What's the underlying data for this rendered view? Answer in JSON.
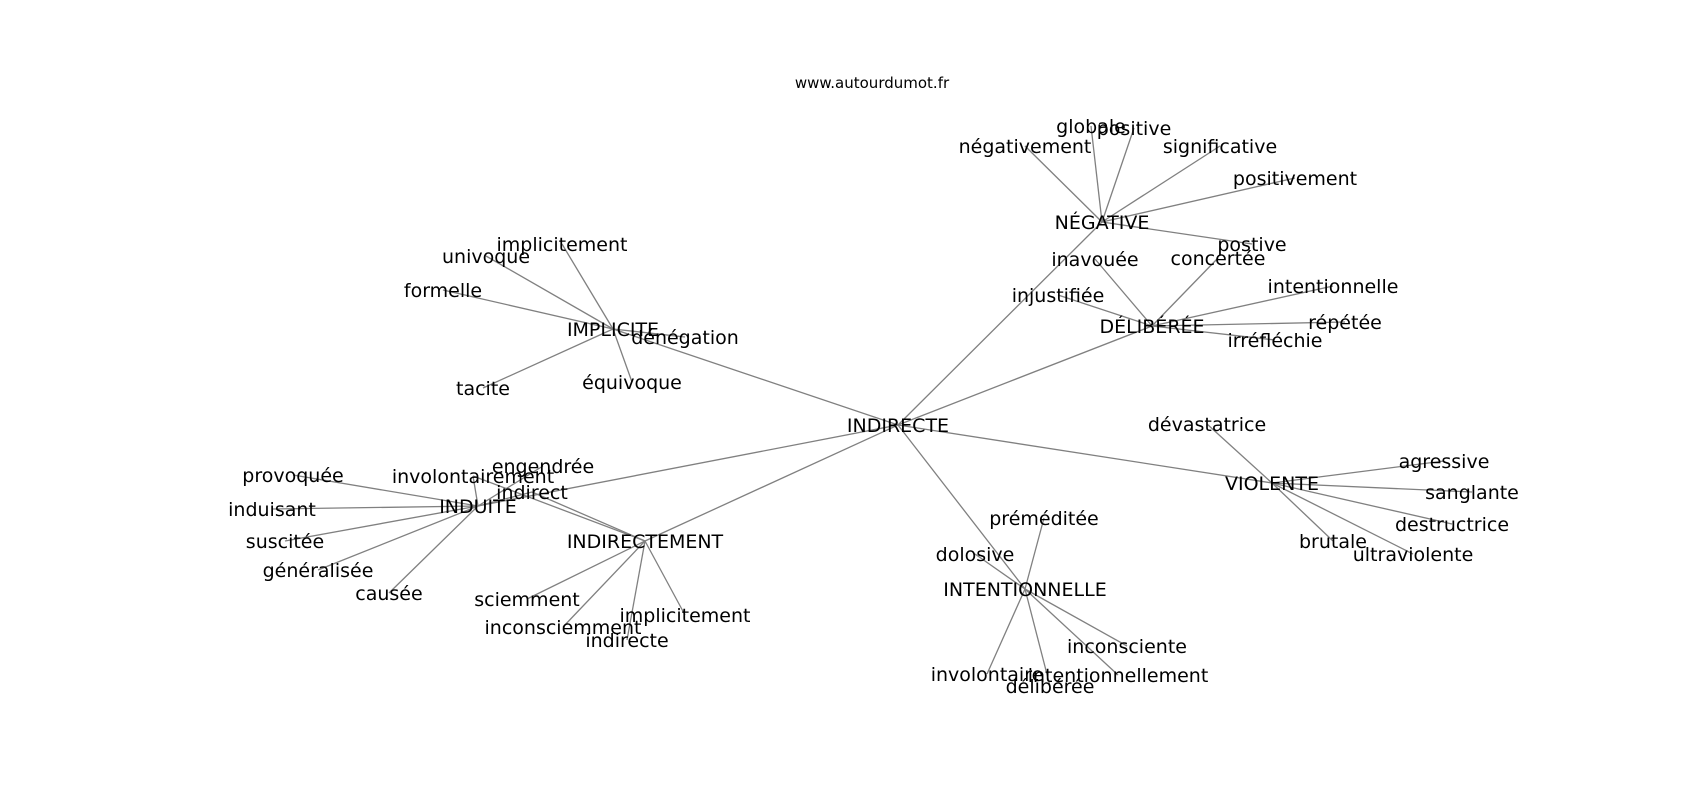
{
  "site": "www.autourdumot.fr",
  "colors": {
    "edge": "#808080",
    "text": "#000000",
    "background": "#ffffff"
  },
  "nodes": [
    {
      "id": "indirecte_c",
      "label": "INDIRECTE"
    },
    {
      "id": "negative",
      "label": "NÉGATIVE"
    },
    {
      "id": "negativement",
      "label": "négativement"
    },
    {
      "id": "globale",
      "label": "globale"
    },
    {
      "id": "positive",
      "label": "positive"
    },
    {
      "id": "significative",
      "label": "significative"
    },
    {
      "id": "positivement",
      "label": "positivement"
    },
    {
      "id": "postive",
      "label": "postive"
    },
    {
      "id": "inavouee",
      "label": "inavouée"
    },
    {
      "id": "injustifiee",
      "label": "injustifiée"
    },
    {
      "id": "deliberee",
      "label": "DÉLIBÉRÉE"
    },
    {
      "id": "concertee",
      "label": "concertée"
    },
    {
      "id": "intentionnelle",
      "label": "intentionnelle"
    },
    {
      "id": "repetee",
      "label": "répétée"
    },
    {
      "id": "irreflechie",
      "label": "irréfléchie"
    },
    {
      "id": "implicite",
      "label": "IMPLICITE"
    },
    {
      "id": "implicitement1",
      "label": "implicitement"
    },
    {
      "id": "univoque",
      "label": "univoque"
    },
    {
      "id": "formelle",
      "label": "formelle"
    },
    {
      "id": "denegation",
      "label": "dénégation"
    },
    {
      "id": "tacite",
      "label": "tacite"
    },
    {
      "id": "equivoque",
      "label": "équivoque"
    },
    {
      "id": "violente",
      "label": "VIOLENTE"
    },
    {
      "id": "devastatrice",
      "label": "dévastatrice"
    },
    {
      "id": "agressive",
      "label": "agressive"
    },
    {
      "id": "sanglante",
      "label": "sanglante"
    },
    {
      "id": "destructrice",
      "label": "destructrice"
    },
    {
      "id": "brutale",
      "label": "brutale"
    },
    {
      "id": "ultraviolente",
      "label": "ultraviolente"
    },
    {
      "id": "induite",
      "label": "INDUITE"
    },
    {
      "id": "provoquee",
      "label": "provoquée"
    },
    {
      "id": "involontairement",
      "label": "involontairement"
    },
    {
      "id": "engendree",
      "label": "engendrée"
    },
    {
      "id": "indirect",
      "label": "indirect"
    },
    {
      "id": "induisant",
      "label": "induisant"
    },
    {
      "id": "suscitee",
      "label": "suscitée"
    },
    {
      "id": "generalisee",
      "label": "généralisée"
    },
    {
      "id": "causee",
      "label": "causée"
    },
    {
      "id": "indirectement",
      "label": "INDIRECTEMENT"
    },
    {
      "id": "sciemment",
      "label": "sciemment"
    },
    {
      "id": "inconsciemment",
      "label": "inconsciemment"
    },
    {
      "id": "implicitement2",
      "label": "implicitement"
    },
    {
      "id": "indirecte2",
      "label": "indirecte"
    },
    {
      "id": "intentionnelle_c",
      "label": "INTENTIONNELLE"
    },
    {
      "id": "premeditee",
      "label": "préméditée"
    },
    {
      "id": "dolosive",
      "label": "dolosive"
    },
    {
      "id": "inconsciente",
      "label": "inconsciente"
    },
    {
      "id": "involontaire",
      "label": "involontaire"
    },
    {
      "id": "intentionnellement",
      "label": "intentionnellement"
    },
    {
      "id": "deliberee2",
      "label": "délibérée"
    }
  ],
  "edges": [
    [
      "indirecte_c",
      "negative"
    ],
    [
      "indirecte_c",
      "deliberee"
    ],
    [
      "indirecte_c",
      "implicite"
    ],
    [
      "indirecte_c",
      "violente"
    ],
    [
      "indirecte_c",
      "induite"
    ],
    [
      "indirecte_c",
      "indirectement"
    ],
    [
      "indirecte_c",
      "intentionnelle_c"
    ],
    [
      "negative",
      "negativement"
    ],
    [
      "negative",
      "globale"
    ],
    [
      "negative",
      "positive"
    ],
    [
      "negative",
      "significative"
    ],
    [
      "negative",
      "positivement"
    ],
    [
      "negative",
      "postive"
    ],
    [
      "deliberee",
      "inavouee"
    ],
    [
      "deliberee",
      "injustifiee"
    ],
    [
      "deliberee",
      "concertee"
    ],
    [
      "deliberee",
      "intentionnelle"
    ],
    [
      "deliberee",
      "repetee"
    ],
    [
      "deliberee",
      "irreflechie"
    ],
    [
      "implicite",
      "implicitement1"
    ],
    [
      "implicite",
      "univoque"
    ],
    [
      "implicite",
      "formelle"
    ],
    [
      "implicite",
      "denegation"
    ],
    [
      "implicite",
      "tacite"
    ],
    [
      "implicite",
      "equivoque"
    ],
    [
      "violente",
      "devastatrice"
    ],
    [
      "violente",
      "agressive"
    ],
    [
      "violente",
      "sanglante"
    ],
    [
      "violente",
      "destructrice"
    ],
    [
      "violente",
      "brutale"
    ],
    [
      "violente",
      "ultraviolente"
    ],
    [
      "induite",
      "provoquee"
    ],
    [
      "induite",
      "involontairement"
    ],
    [
      "induite",
      "engendree"
    ],
    [
      "induite",
      "indirect"
    ],
    [
      "induite",
      "induisant"
    ],
    [
      "induite",
      "suscitee"
    ],
    [
      "induite",
      "generalisee"
    ],
    [
      "induite",
      "causee"
    ],
    [
      "indirectement",
      "indirect"
    ],
    [
      "indirectement",
      "involontairement"
    ],
    [
      "indirectement",
      "sciemment"
    ],
    [
      "indirectement",
      "inconsciemment"
    ],
    [
      "indirectement",
      "implicitement2"
    ],
    [
      "indirectement",
      "indirecte2"
    ],
    [
      "intentionnelle_c",
      "premeditee"
    ],
    [
      "intentionnelle_c",
      "dolosive"
    ],
    [
      "intentionnelle_c",
      "inconsciente"
    ],
    [
      "intentionnelle_c",
      "involontaire"
    ],
    [
      "intentionnelle_c",
      "intentionnellement"
    ],
    [
      "intentionnelle_c",
      "deliberee2"
    ]
  ]
}
